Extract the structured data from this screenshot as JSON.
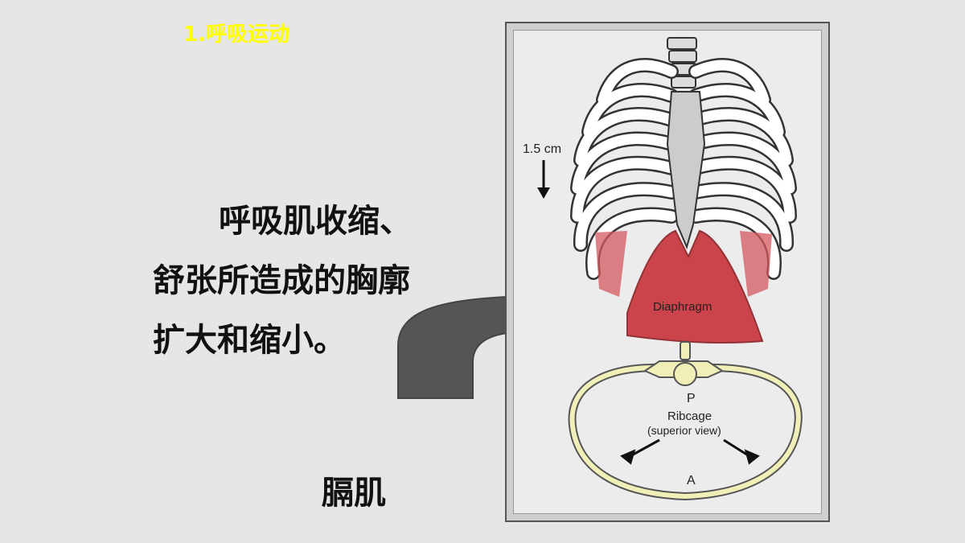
{
  "heading": "1.呼吸运动",
  "body_lines": [
    "呼吸肌收缩、",
    "舒张所造成的胸廓",
    "扩大和缩小。"
  ],
  "muscle_label": "膈肌",
  "figure": {
    "measure_label": "1.5 cm",
    "diaphragm_label": "Diaphragm",
    "posterior_label": "P",
    "ribcage_label": "Ribcage",
    "view_label": "(superior view)",
    "anterior_label": "A"
  },
  "colors": {
    "heading": "#ffff00",
    "diaphragm": "#c8323a",
    "bone": "#ffffff",
    "arrow": "#555555"
  }
}
